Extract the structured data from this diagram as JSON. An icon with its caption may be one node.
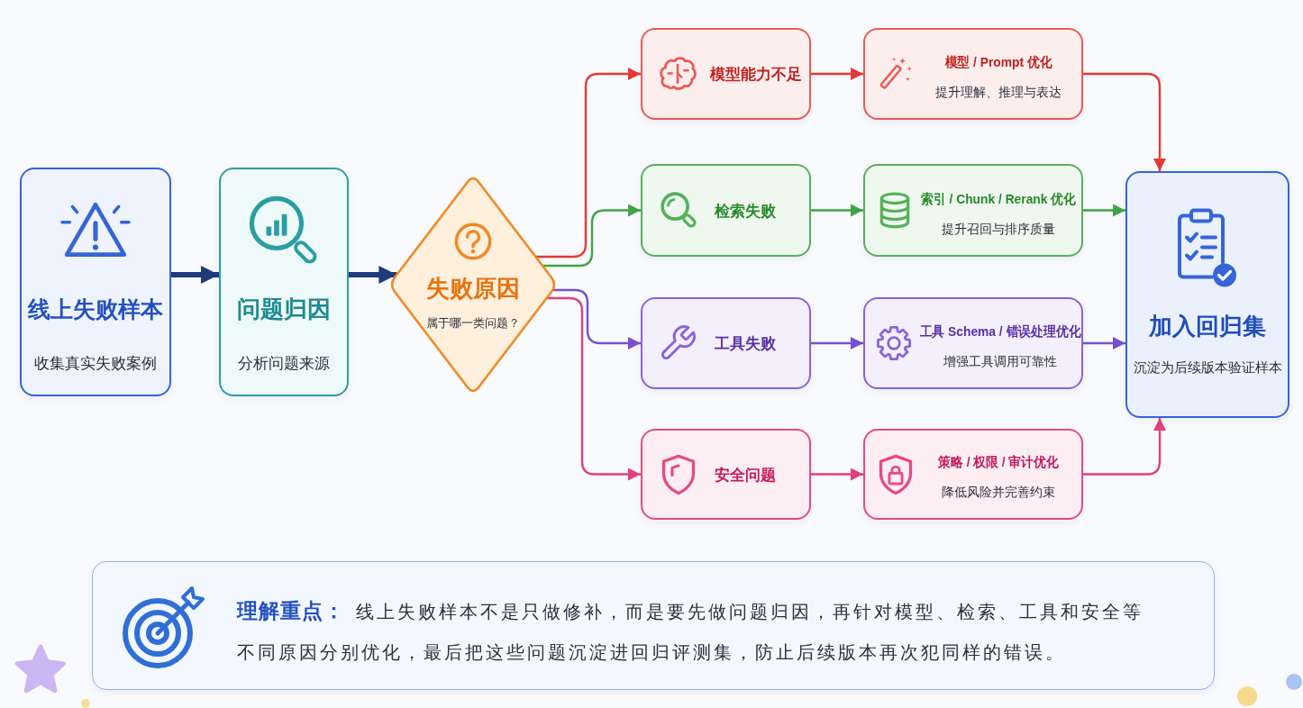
{
  "diagram": {
    "nodes": [
      {
        "text": [
          "线上失败样本",
          "收集真实失败案例"
        ]
      },
      {
        "text": [
          "问题归因",
          "分析问题来源"
        ]
      },
      {
        "text": [
          "失败原因",
          "属于哪一类问题？"
        ]
      },
      {
        "text": [
          "模型能力不足"
        ]
      },
      {
        "text": [
          "模型 / Prompt 优化",
          "提升理解、推理与表达"
        ]
      },
      {
        "text": [
          "检索失败"
        ]
      },
      {
        "text": [
          "索引 / Chunk / Rerank 优化",
          "提升召回与排序质量"
        ]
      },
      {
        "text": [
          "工具失败"
        ]
      },
      {
        "text": [
          "工具 Schema / 错误处理优化",
          "增强工具调用可靠性"
        ]
      },
      {
        "text": [
          "安全问题"
        ]
      },
      {
        "text": [
          "策略 / 权限 / 审计优化",
          "降低风险并完善约束"
        ]
      },
      {
        "text": [
          "加入回归集",
          "沉淀为后续版本验证样本"
        ]
      },
      {
        "text": [
          "**理解重点：**线上失败样本不是只做修补，而是要先做问题归因，再针对模型、检索、工具和安全等不同原因分别优化，最后把这些问题沉淀进回归评测集，防止后续版本再次犯同样的错误。"
        ]
      }
    ],
    "edges": [
      {
        "from": 0,
        "to": 1,
        "arrow": "to",
        "style": "thick",
        "color": "#1f3b7a"
      },
      {
        "from": 1,
        "to": 2,
        "arrow": "to",
        "style": "thick",
        "color": "#1f3b7a"
      },
      {
        "from": 2,
        "to": 3,
        "arrow": "to",
        "color": "#e53935"
      },
      {
        "from": 2,
        "to": 5,
        "arrow": "to",
        "color": "#3fa447"
      },
      {
        "from": 2,
        "to": 7,
        "arrow": "to",
        "color": "#7a4fd0"
      },
      {
        "from": 2,
        "to": 9,
        "arrow": "to",
        "color": "#e0407f"
      },
      {
        "from": 3,
        "to": 4,
        "arrow": "to",
        "color": "#e53935"
      },
      {
        "from": 5,
        "to": 6,
        "arrow": "to",
        "color": "#3fa447"
      },
      {
        "from": 7,
        "to": 8,
        "arrow": "to",
        "color": "#7a4fd0"
      },
      {
        "from": 9,
        "to": 10,
        "arrow": "to",
        "color": "#e0407f"
      },
      {
        "from": 4,
        "to": 11,
        "arrow": "to",
        "color": "#e53935"
      },
      {
        "from": 6,
        "to": 11,
        "arrow": "to",
        "color": "#3fa447"
      },
      {
        "from": 8,
        "to": 11,
        "arrow": "to",
        "color": "#7a4fd0"
      },
      {
        "from": 10,
        "to": 11,
        "arrow": "to",
        "color": "#e0407f"
      }
    ]
  }
}
